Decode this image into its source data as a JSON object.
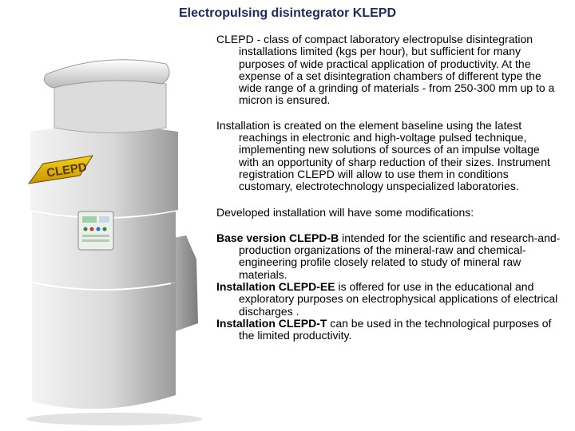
{
  "title": "Electropulsing disintegrator KLEPD",
  "device": {
    "logo_text": "CLEPD"
  },
  "paragraphs": {
    "p1": "CLEPD - class of compact laboratory electropulse disintegration installations limited (kgs per hour), but sufficient for many purposes of wide practical application of productivity. At the expense of a set disintegration chambers of different type the wide range of a grinding of materials - from 250-300 mm up to a micron is ensured.",
    "p2": "Installation is created on the element baseline using the latest reachings in electronic and high-voltage pulsed technique, implementing new solutions of sources of an impulse voltage with an opportunity of sharp reduction of their sizes. Instrument registration CLEPD will allow to use them in conditions customary, electrotechnology unspecialized laboratories.",
    "p3": "Developed installation will have some modifications:",
    "p4": {
      "bold": "Base version CLEPD-B",
      "rest": " intended for the scientific and research-and-production organizations of the mineral-raw and chemical-engineering profile closely related to study of mineral raw materials."
    },
    "p5": {
      "bold": "Installation CLEPD-EE",
      "rest": " is offered for use in the educational and exploratory purposes on electrophysical applications of electrical discharges ."
    },
    "p6": {
      "bold": "Installation CLEPD-T",
      "rest": " can be used in the technological purposes of the limited productivity."
    }
  }
}
